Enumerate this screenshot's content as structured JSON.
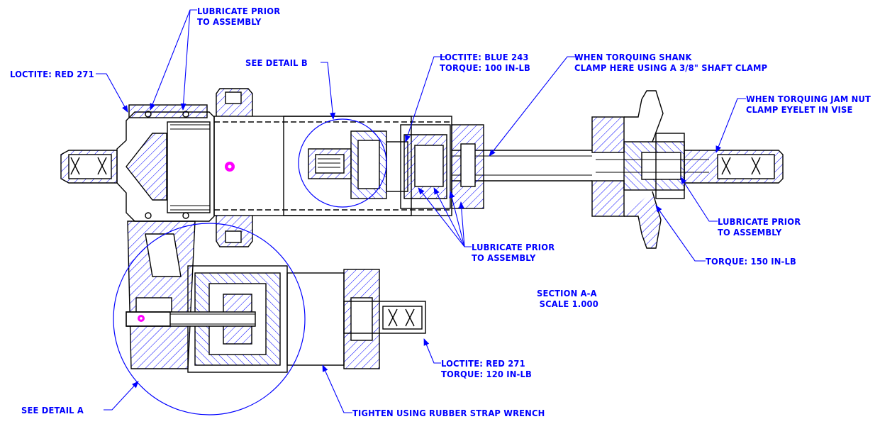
{
  "drawing": {
    "colors": {
      "outline": "#000000",
      "hatch": "#0000ff",
      "notes": "#0000ff",
      "marker": "#ff00ff"
    },
    "section_label": {
      "line1": "SECTION  A-A",
      "line2": "SCALE  1.000"
    },
    "notes": {
      "lubricate_top": {
        "line1": "LUBRICATE PRIOR",
        "line2": "TO ASSEMBLY"
      },
      "loctite_red_left": "LOCTITE: RED 271",
      "see_detail_b": "SEE DETAIL  B",
      "loctite_blue": {
        "line1": "LOCTITE: BLUE 243",
        "line2": "TORQUE: 100 IN-LB"
      },
      "torquing_shank": {
        "line1": "WHEN TORQUING SHANK",
        "line2": "CLAMP HERE USING A 3/8\" SHAFT CLAMP"
      },
      "torquing_jam_nut": {
        "line1": "WHEN TORQUING JAM NUT",
        "line2": "CLAMP EYELET IN VISE"
      },
      "lubricate_right": {
        "line1": "LUBRICATE PRIOR",
        "line2": "TO ASSEMBLY"
      },
      "lubricate_middle": {
        "line1": "LUBRICATE PRIOR",
        "line2": "TO ASSEMBLY"
      },
      "torque_150": "TORQUE: 150 IN-LB",
      "loctite_red_bottom": {
        "line1": "LOCTITE: RED 271",
        "line2": "TORQUE: 120 IN-LB"
      },
      "see_detail_a": "SEE DETAIL  A",
      "strap_wrench": "TIGHTEN USING RUBBER STRAP WRENCH"
    }
  }
}
